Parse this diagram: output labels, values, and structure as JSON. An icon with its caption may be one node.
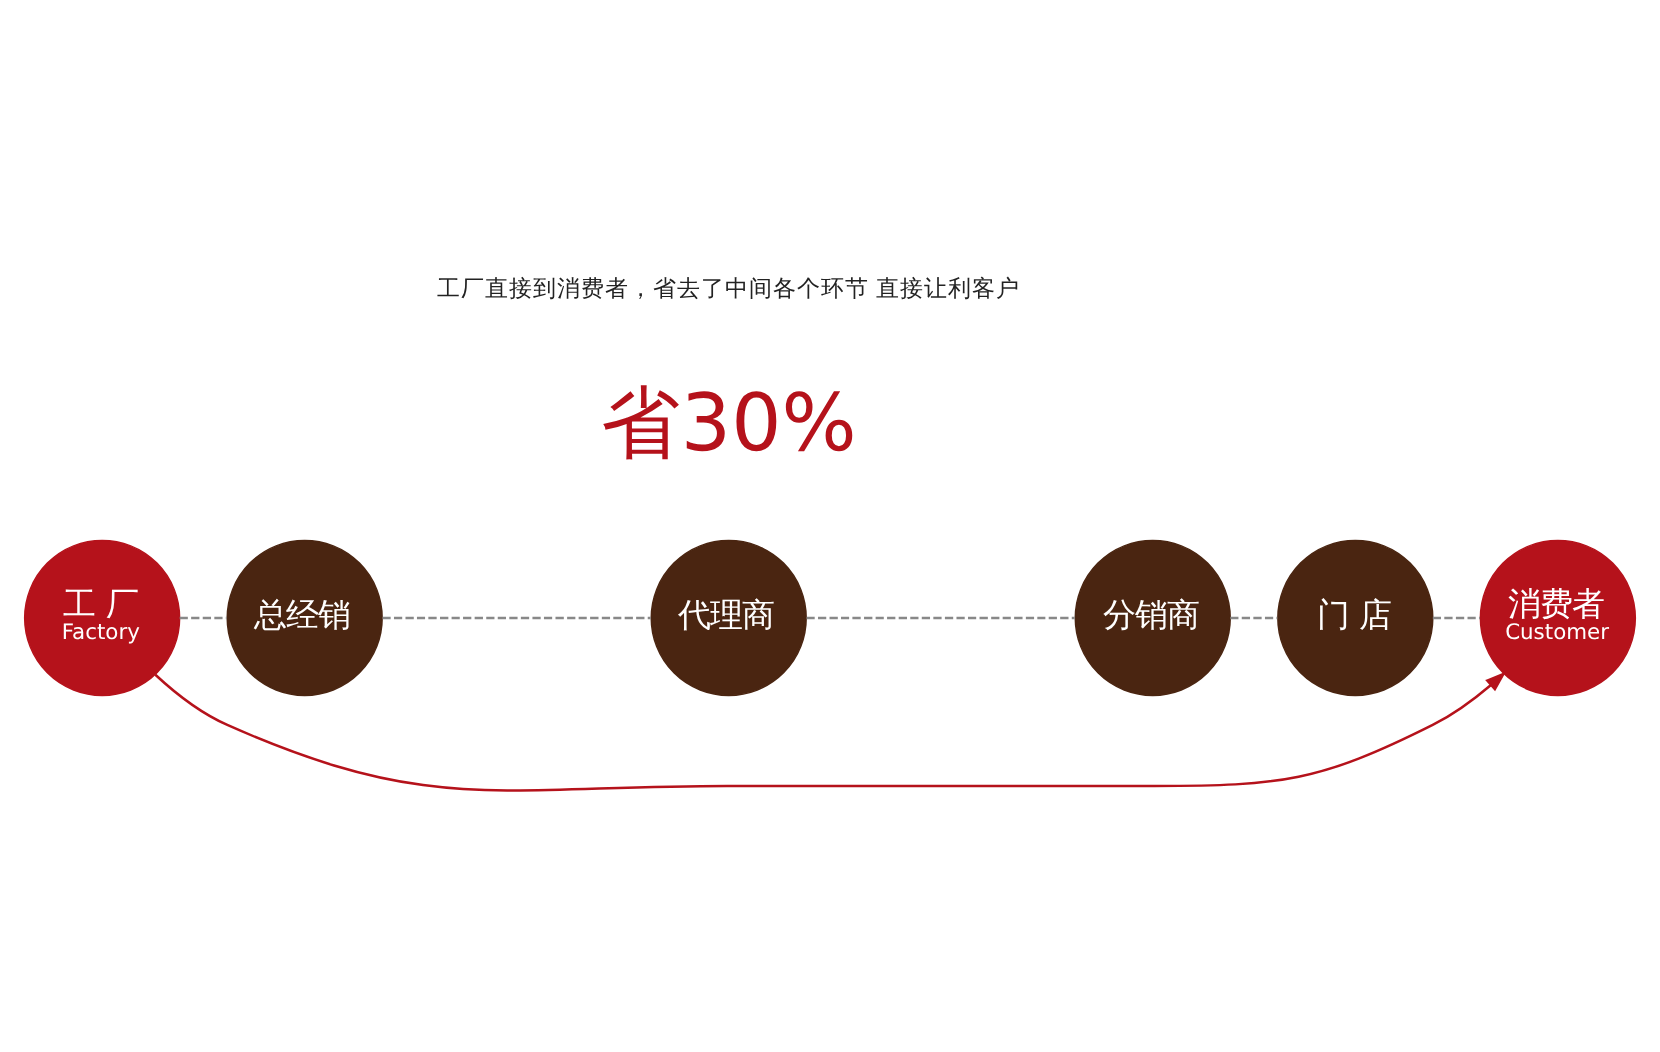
{
  "diagram": {
    "nodes": [
      {
        "text": [
          "工 厂",
          "Factory"
        ]
      },
      {
        "text": [
          "总经销"
        ]
      },
      {
        "text": [
          "代理商"
        ]
      },
      {
        "text": [
          "分销商"
        ]
      },
      {
        "text": [
          "门 店"
        ]
      },
      {
        "text": [
          "消费者",
          "Customer"
        ]
      }
    ],
    "edges": [
      {
        "from": 0,
        "to": 1,
        "arrow": "none",
        "style": "dashed"
      },
      {
        "from": 1,
        "to": 2,
        "arrow": "none",
        "style": "dashed"
      },
      {
        "from": 2,
        "to": 3,
        "arrow": "none",
        "style": "dashed"
      },
      {
        "from": 3,
        "to": 4,
        "arrow": "none",
        "style": "dashed"
      },
      {
        "from": 4,
        "to": 5,
        "arrow": "none",
        "style": "dashed"
      },
      {
        "from": 0,
        "to": 5,
        "arrow": "to",
        "color": "#b5121b"
      }
    ],
    "labels": [
      "省30%",
      "工厂直接到消费者，省去了中间各个环节 直接让利客户"
    ]
  }
}
